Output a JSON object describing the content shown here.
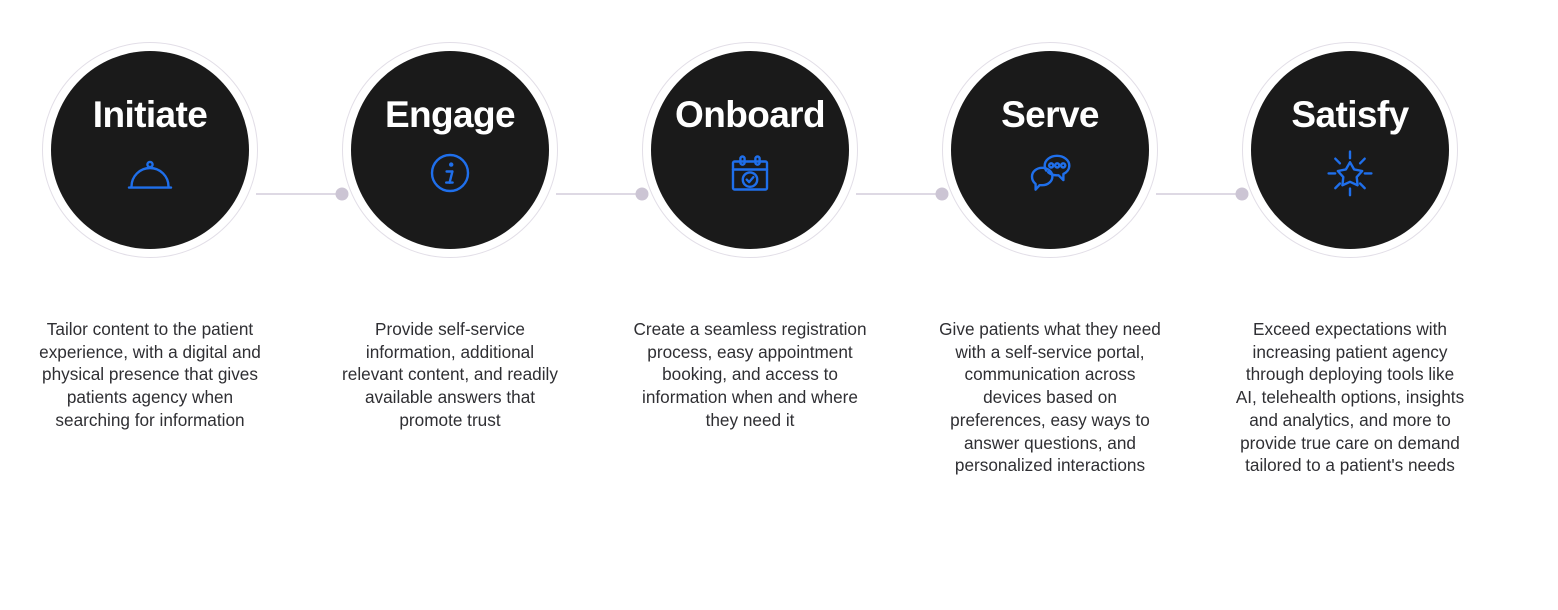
{
  "palette": {
    "background": "#ffffff",
    "disc": "#1a1a1a",
    "ring": "#e2dee7",
    "connector": "#ded9e4",
    "connector_dot": "#ccc5d4",
    "accent_blue": "#1f6feb",
    "title_text": "#ffffff",
    "caption_text": "#2f2f33"
  },
  "diagram": {
    "type": "linear-process-flow",
    "step_count": 5,
    "steps": [
      {
        "title": "Initiate",
        "icon": "cloche-icon",
        "caption": "Tailor content to the patient\nexperience, with a digital and\nphysical presence that gives\npatients agency when\nsearching for information"
      },
      {
        "title": "Engage",
        "icon": "info-circle-icon",
        "caption": "Provide self-service\ninformation, additional\nrelevant content, and readily\navailable answers that\npromote trust"
      },
      {
        "title": "Onboard",
        "icon": "calendar-check-icon",
        "caption": "Create a seamless registration\nprocess, easy appointment\nbooking, and access to\ninformation when and where\nthey need it"
      },
      {
        "title": "Serve",
        "icon": "chat-bubbles-icon",
        "caption": "Give patients what they need\nwith a self-service portal,\ncommunication across\ndevices based on\npreferences, easy ways to\nanswer questions, and\npersonalized interactions"
      },
      {
        "title": "Satisfy",
        "icon": "shining-star-icon",
        "caption": "Exceed expectations with\nincreasing patient agency\nthrough deploying tools like\nAI, telehealth options, insights\nand analytics, and more to\nprovide true care on demand\ntailored to a patient's needs"
      }
    ]
  }
}
